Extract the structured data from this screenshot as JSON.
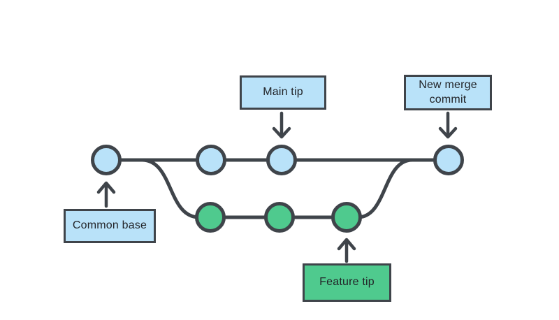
{
  "diagram": {
    "kind": "git-merge-branch-diagram",
    "labels": {
      "main_tip": "Main tip",
      "new_merge_commit": "New merge commit",
      "common_base": "Common base",
      "feature_tip": "Feature tip"
    },
    "graph": {
      "main_branch": {
        "node_color_name": "blue",
        "nodes": [
          "common-base",
          "main-commit-1",
          "main-tip",
          "new-merge-commit"
        ]
      },
      "feature_branch": {
        "node_color_name": "green",
        "nodes": [
          "feature-commit-1",
          "feature-commit-2",
          "feature-tip"
        ]
      },
      "edges": [
        "main-line",
        "branch-out-curve (common base to feature branch)",
        "merge-in-curve (feature tip to new merge commit)"
      ]
    },
    "colors": {
      "commit_blue": "#b9e2f9",
      "commit_green": "#4fca8e",
      "outline": "#3f444a",
      "label_text": "#222428",
      "background": "#ffffff"
    }
  }
}
